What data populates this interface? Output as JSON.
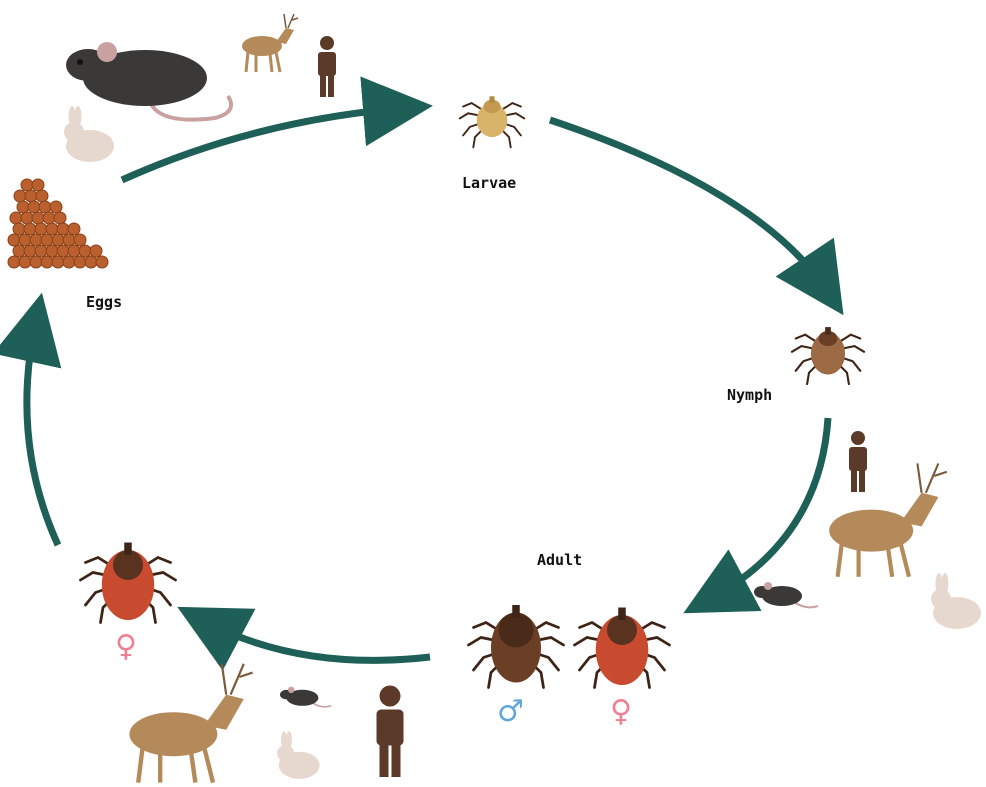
{
  "stages": {
    "larvae": "Larvae",
    "nymph": "Nymph",
    "adult": "Adult",
    "eggs": "Eggs"
  },
  "sex_symbols": {
    "male": "♂",
    "female": "♀"
  },
  "colors": {
    "arrow": "#1e5f57",
    "male_symbol": "#62a7d8",
    "female_symbol": "#f07f93",
    "tick_body": "#6b3f26",
    "tick_scutum_female": "#c84a2f",
    "eggs": "#b9602e",
    "deer": "#b58a5a",
    "mouse": "#3b3838",
    "rabbit": "#e7d8cf",
    "human": "#5b3a2a",
    "larva": "#d8b36a"
  },
  "icons": [
    "mouse-icon",
    "deer-icon",
    "human-icon",
    "rabbit-icon",
    "egg-cluster-icon",
    "larva-tick-icon",
    "nymph-tick-icon",
    "adult-male-tick-icon",
    "adult-female-tick-icon"
  ]
}
